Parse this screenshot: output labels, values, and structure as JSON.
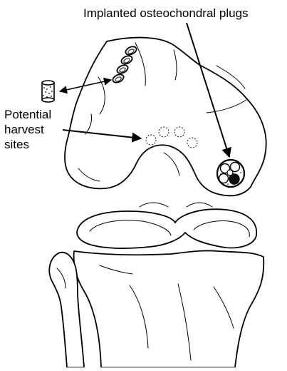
{
  "labels": {
    "implanted": "Implanted osteochondral plugs",
    "harvest_line1": "Potential",
    "harvest_line2": "harvest",
    "harvest_line3": "sites"
  },
  "colors": {
    "line": "#000000",
    "background": "#ffffff"
  }
}
